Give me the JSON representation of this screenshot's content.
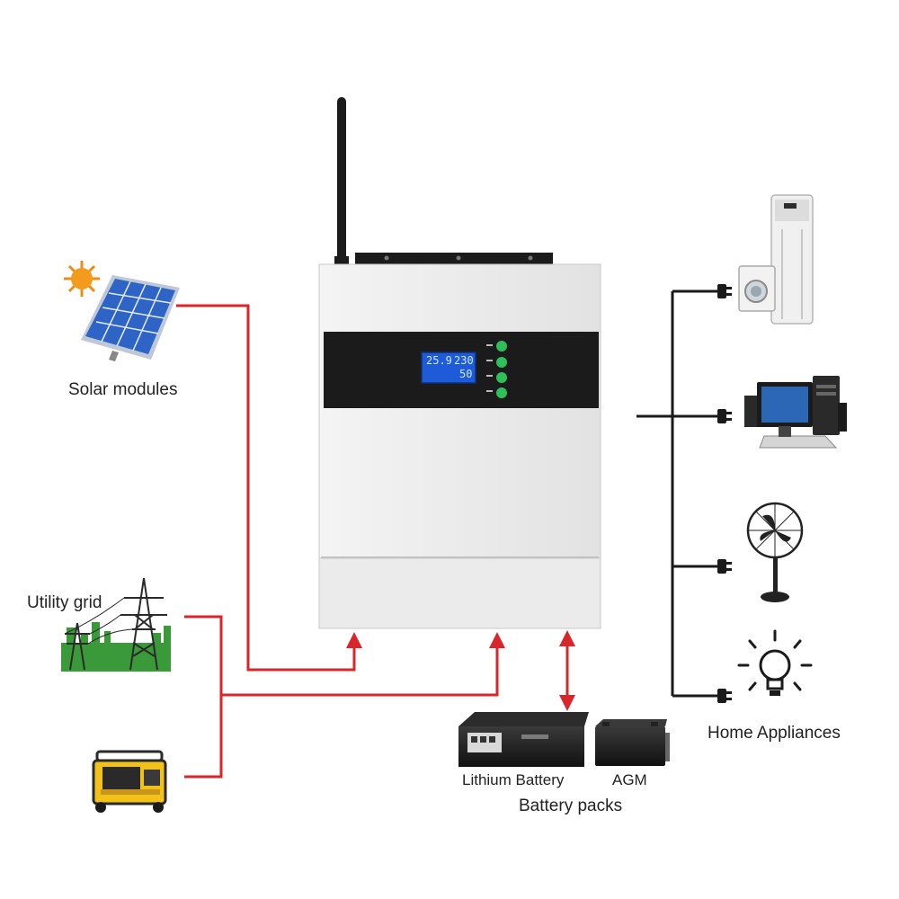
{
  "labels": {
    "solar": "Solar modules",
    "utility": "Utility grid",
    "home": "Home Appliances",
    "lithium": "Lithium Battery",
    "agm": "AGM",
    "battery_packs": "Battery packs"
  },
  "display": {
    "line1_left": "25.9",
    "line1_right": "230",
    "line2_right": "50"
  },
  "icons": [
    "sun-icon",
    "solar-panel-icon",
    "power-tower-icon",
    "generator-icon",
    "inverter-unit",
    "antenna-icon",
    "lithium-battery-icon",
    "agm-battery-icon",
    "air-conditioner-icon",
    "washing-machine-icon",
    "computer-icon",
    "fan-icon",
    "light-bulb-icon",
    "plug-icon"
  ],
  "colors": {
    "flow_line": "#d9262b",
    "output_line": "#1a1a1a",
    "lcd": "#1e5bd8",
    "button": "#2fbf5a",
    "panel": "#1b1b1b",
    "body": "#ececec"
  }
}
